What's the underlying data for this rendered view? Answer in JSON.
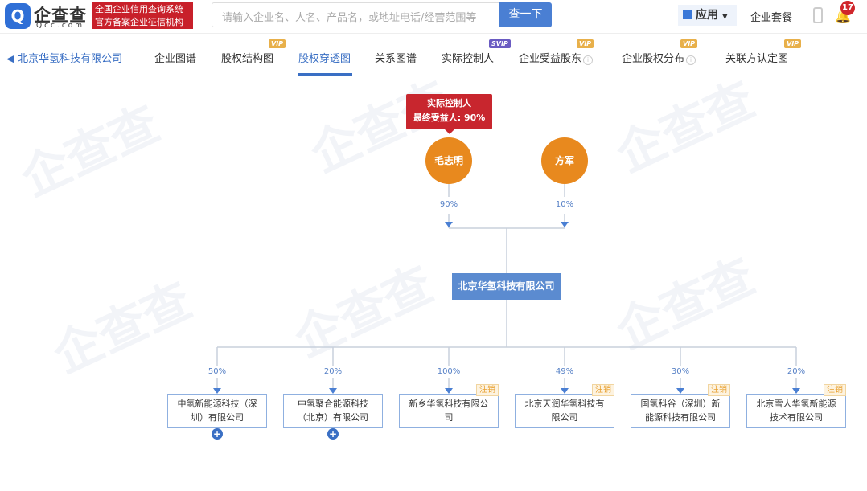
{
  "header": {
    "logo_text": "企查查",
    "logo_sub": "Qcc.com",
    "slogan_1": "全国企业信用查询系统",
    "slogan_2": "官方备案企业征信机构",
    "search_placeholder": "请输入企业名、人名、产品名，或地址电话/经营范围等",
    "search_button": "查一下",
    "apps": "应用",
    "package": "企业套餐",
    "notifications": "17"
  },
  "nav": {
    "back": "北京华氢科技有限公司",
    "items": [
      {
        "label": "企业图谱"
      },
      {
        "label": "股权结构图",
        "badge": "VIP"
      },
      {
        "label": "股权穿透图"
      },
      {
        "label": "关系图谱"
      },
      {
        "label": "实际控制人",
        "badge": "SVIP"
      },
      {
        "label": "企业受益股东",
        "badge": "VIP"
      },
      {
        "label": "企业股权分布",
        "badge": "VIP"
      },
      {
        "label": "关联方认定图",
        "badge": "VIP"
      }
    ]
  },
  "colors": {
    "accent": "#3a6fc4",
    "person": "#e8891e",
    "tip": "#c8262e",
    "root": "#5b8bd0"
  },
  "tree": {
    "tip_line1": "实际控制人",
    "tip_line2": "最终受益人: 90%",
    "shareholders": [
      {
        "name": "毛志明",
        "pct": "90%"
      },
      {
        "name": "方军",
        "pct": "10%"
      }
    ],
    "root": "北京华氢科技有限公司",
    "investments": [
      {
        "name": "中氢新能源科技（深圳）有限公司",
        "pct": "50%",
        "status": ""
      },
      {
        "name": "中氢聚合能源科技（北京）有限公司",
        "pct": "20%",
        "status": ""
      },
      {
        "name": "新乡华氢科技有限公司",
        "pct": "100%",
        "status": "注销"
      },
      {
        "name": "北京天润华氢科技有限公司",
        "pct": "49%",
        "status": "注销"
      },
      {
        "name": "国氢科谷（深圳）新能源科技有限公司",
        "pct": "30%",
        "status": "注销"
      },
      {
        "name": "北京雪人华氢新能源技术有限公司",
        "pct": "20%",
        "status": "注销"
      }
    ]
  }
}
